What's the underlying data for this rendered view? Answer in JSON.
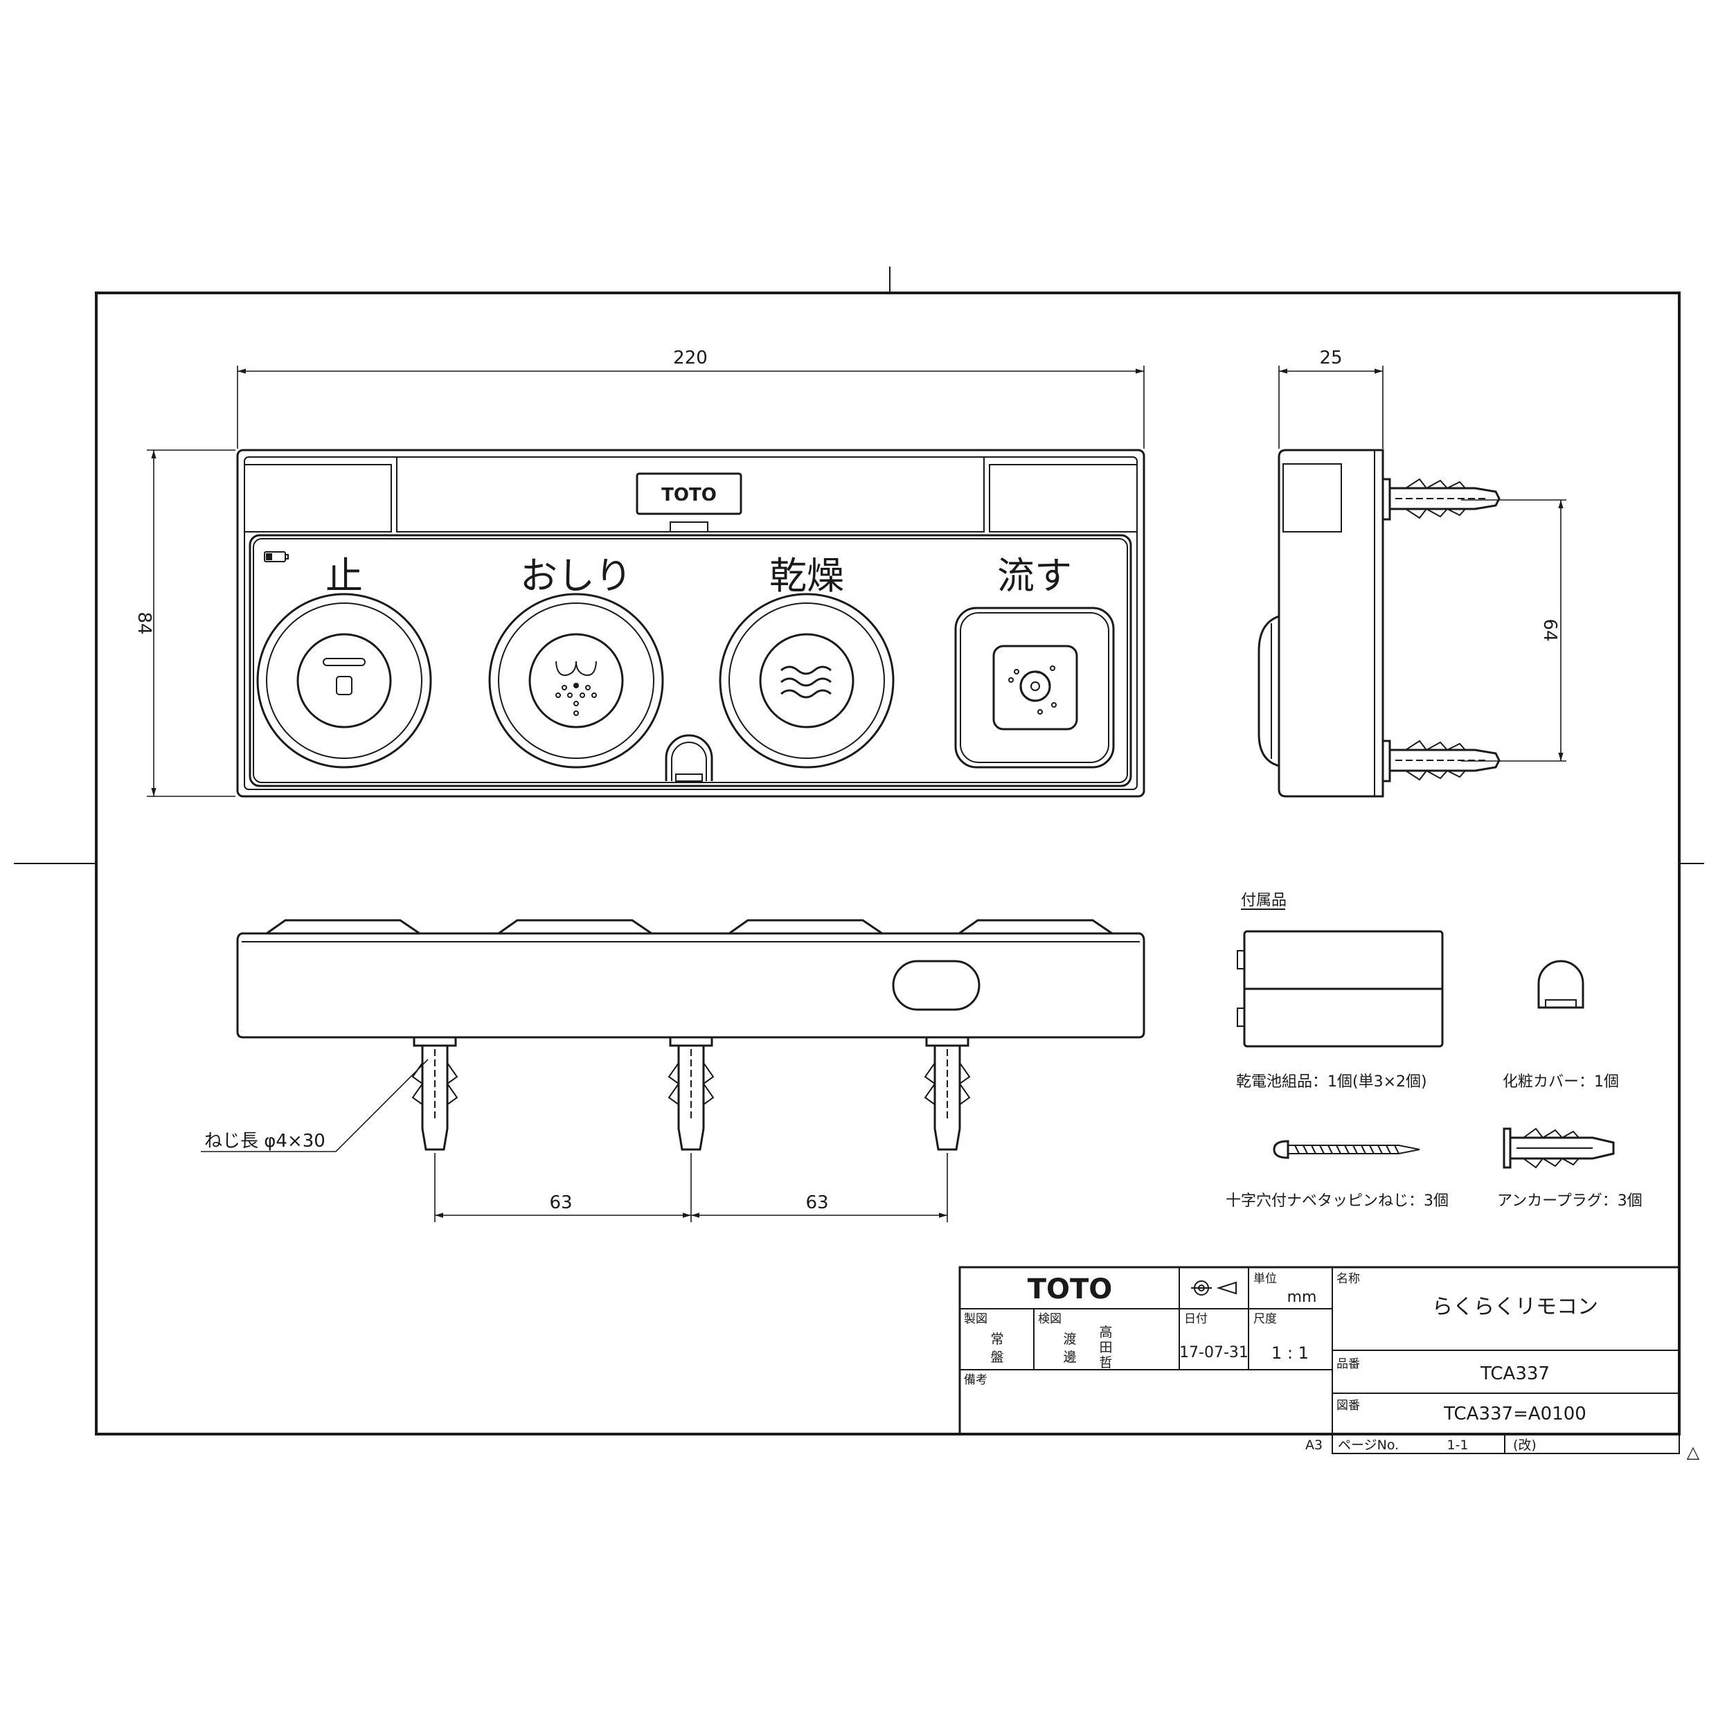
{
  "main_view": {
    "logo": "TOTO",
    "button_labels": [
      "止",
      "おしり",
      "乾燥",
      "流す"
    ],
    "width_dim": "220",
    "height_dim": "84"
  },
  "side_view": {
    "depth_dim": "25",
    "pitch_dim": "64"
  },
  "bottom_view": {
    "screw_label": "ねじ長 φ4×30",
    "pitch_dims": [
      "63",
      "63"
    ]
  },
  "accessories": {
    "heading": "付属品",
    "battery": "乾電池組品：1個(単3×2個)",
    "cover": "化粧カバー：1個",
    "screw": "十字穴付ナベタッピンねじ：3個",
    "anchor": "アンカープラグ：3個"
  },
  "title_block": {
    "logo": "TOTO",
    "unit_label": "単位",
    "unit": "mm",
    "name_label": "名称",
    "name": "らくらくリモコン",
    "drawn_label": "製図",
    "drawn_by": [
      "常",
      "盤"
    ],
    "checked_label": "検図",
    "checked_by_1": [
      "渡",
      "邊"
    ],
    "checked_by_2": [
      "高",
      "田",
      "哲"
    ],
    "date_label": "日付",
    "date": "17-07-31",
    "scale_label": "尺度",
    "scale": "1 : 1",
    "part_label": "品番",
    "part_no": "TCA337",
    "remarks_label": "備考",
    "drawing_label": "図番",
    "drawing_no": "TCA337=A0100",
    "paper_size": "A3",
    "page_label": "ページNo.",
    "page": "1-1",
    "revision": "(改)",
    "revision_mark": "△"
  }
}
